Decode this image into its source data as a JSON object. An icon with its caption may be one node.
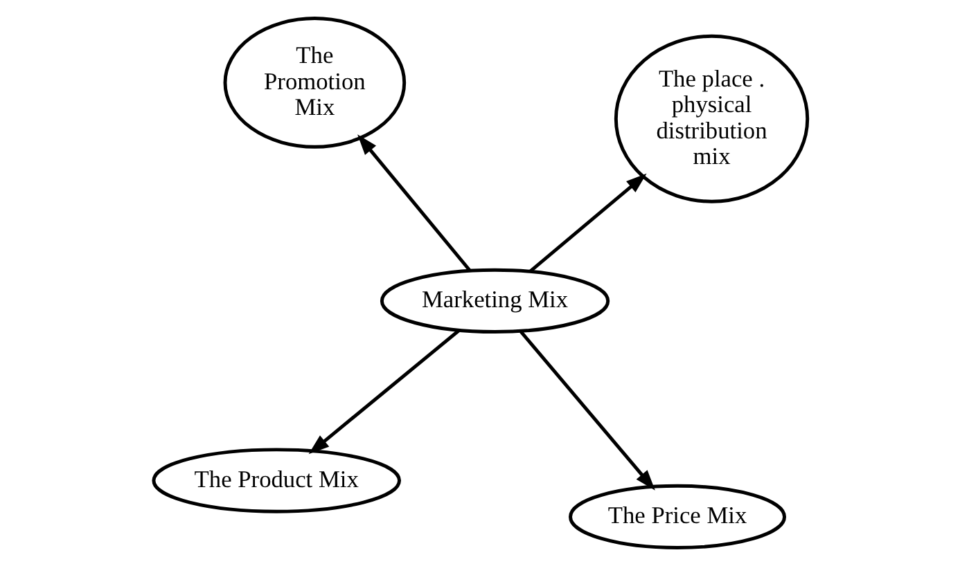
{
  "diagram": {
    "nodes": [
      {
        "text": [
          "The Product Mix"
        ]
      },
      {
        "text": [
          "The Price Mix"
        ]
      },
      {
        "text": [
          "Marketing Mix"
        ]
      },
      {
        "text": [
          "The Promotion Mix"
        ]
      },
      {
        "text": [
          "The place . physical distribution mix"
        ]
      }
    ],
    "edges": [
      {
        "from": 2,
        "to": 0,
        "arrow": "to"
      },
      {
        "from": 2,
        "to": 1,
        "arrow": "to"
      },
      {
        "from": 2,
        "to": 3,
        "arrow": "to"
      },
      {
        "from": 2,
        "to": 4,
        "arrow": "to"
      }
    ]
  }
}
